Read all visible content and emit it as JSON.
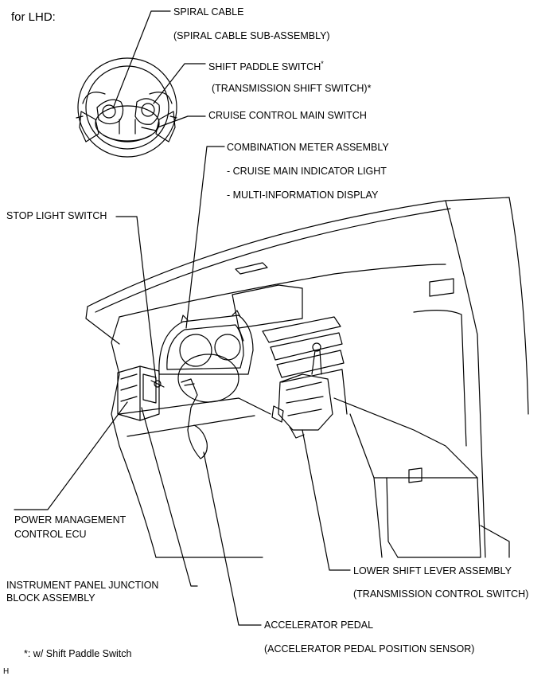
{
  "header": {
    "title": "for LHD:"
  },
  "labels": {
    "spiral_cable": "SPIRAL CABLE",
    "spiral_cable_sub": "(SPIRAL CABLE SUB-ASSEMBLY)",
    "shift_paddle": "SHIFT PADDLE SWITCH",
    "shift_paddle_mark": "*",
    "shift_paddle_sub": "(TRANSMISSION SHIFT SWITCH)*",
    "cruise_main": "CRUISE CONTROL MAIN SWITCH",
    "combination_meter": "COMBINATION METER ASSEMBLY",
    "combination_meter_item1": "- CRUISE MAIN INDICATOR LIGHT",
    "combination_meter_item2": "- MULTI-INFORMATION DISPLAY",
    "stop_light": "STOP LIGHT SWITCH",
    "power_mgmt_line1": "POWER MANAGEMENT",
    "power_mgmt_line2": "CONTROL ECU",
    "junction_line1": "INSTRUMENT PANEL JUNCTION",
    "junction_line2": "BLOCK ASSEMBLY",
    "lower_shift": "LOWER SHIFT LEVER ASSEMBLY",
    "lower_shift_sub": "(TRANSMISSION CONTROL SWITCH)",
    "accel_pedal": "ACCELERATOR PEDAL",
    "accel_pedal_sub": "(ACCELERATOR PEDAL POSITION SENSOR)"
  },
  "footnote": "*: w/ Shift Paddle Switch",
  "corner_code": "H"
}
